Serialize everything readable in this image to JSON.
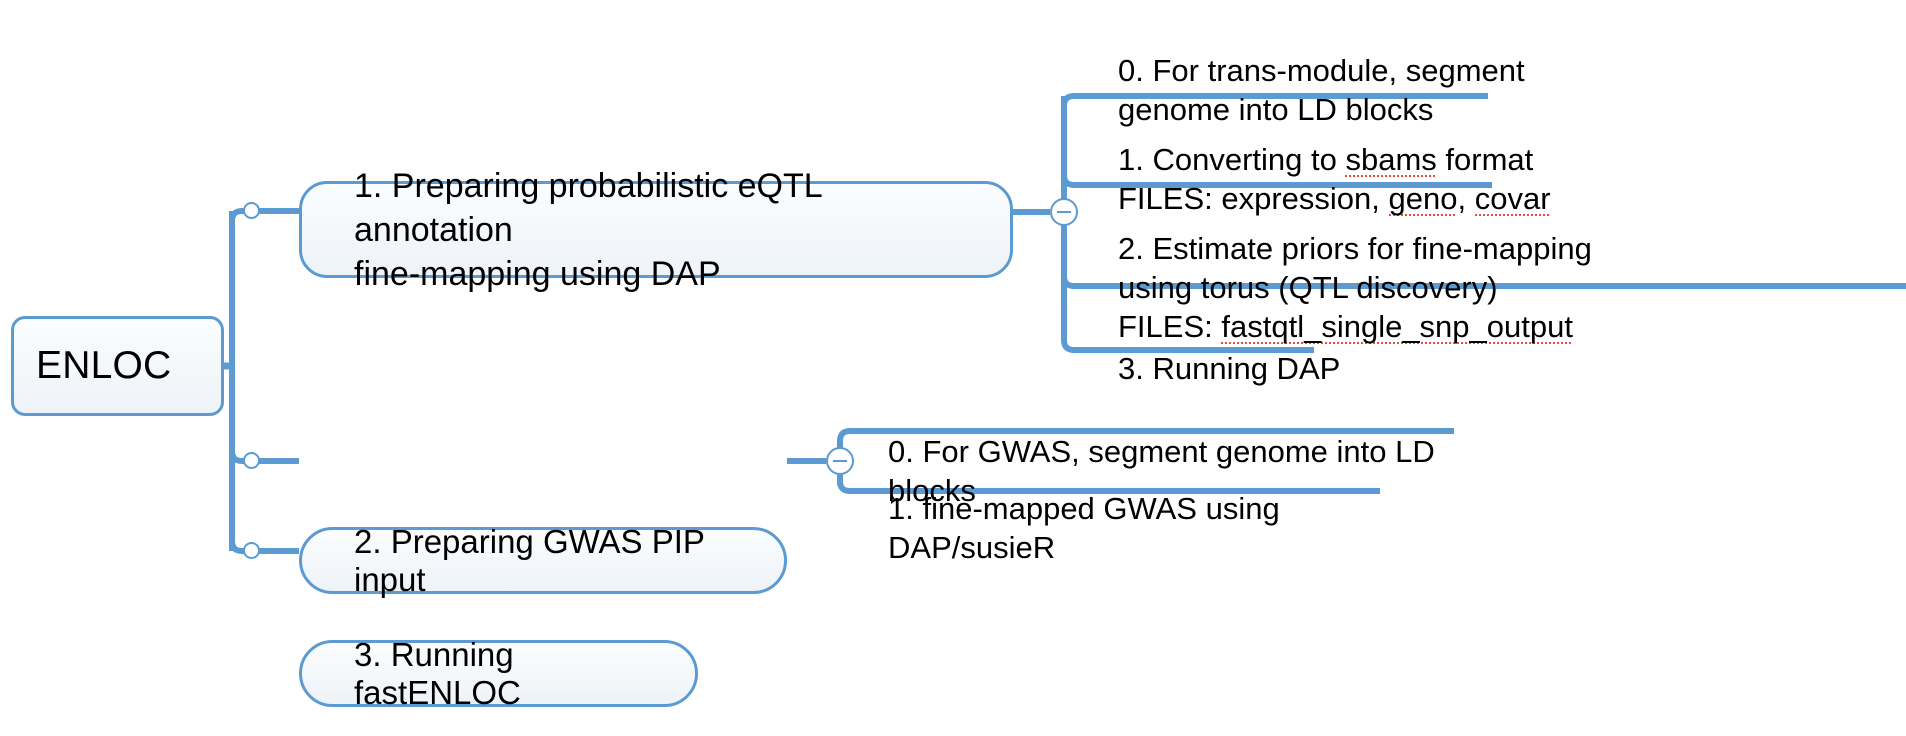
{
  "diagram": {
    "type": "mind-map",
    "colors": {
      "edge": "#5b9bd1",
      "node_border": "#5b9bd1",
      "node_fill_top": "#fbfdfe",
      "node_fill_bottom": "#eef3f8",
      "text": "#000000",
      "spellcheck_underline": "#e0503c",
      "background": "#ffffff"
    },
    "root": {
      "label": "ENLOC"
    },
    "branches": [
      {
        "label": "1. Preparing probabilistic eQTL annotation\nfine-mapping using DAP",
        "toggle_icon": "collapse-minus-icon",
        "toggle_state": "expanded",
        "children": [
          {
            "label": "0. For trans-module, segment\ngenome into LD blocks",
            "misspelled": []
          },
          {
            "label": "1. Converting to sbams format\nFILES: expression, geno, covar",
            "misspelled": [
              "sbams",
              "geno",
              "covar"
            ]
          },
          {
            "label": "2. Estimate priors for fine-mapping\nusing torus (QTL discovery)\nFILES: fastqtl_single_snp_output",
            "misspelled": [
              "fastqtl_single_snp_output"
            ]
          },
          {
            "label": "3. Running DAP",
            "misspelled": []
          }
        ]
      },
      {
        "label": "2. Preparing GWAS PIP input",
        "toggle_icon": "collapse-minus-icon",
        "toggle_state": "expanded",
        "children": [
          {
            "label": "0. For GWAS, segment genome into LD blocks",
            "misspelled": []
          },
          {
            "label": "1. fine-mapped GWAS using DAP/susieR",
            "misspelled": []
          }
        ]
      },
      {
        "label": "3. Running fastENLOC",
        "toggle_icon": null,
        "toggle_state": "leaf",
        "children": []
      }
    ]
  }
}
